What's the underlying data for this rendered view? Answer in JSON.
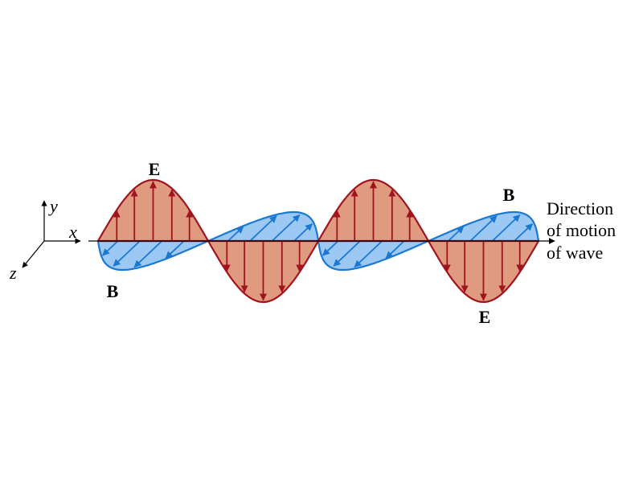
{
  "labels": {
    "axis_y": "y",
    "axis_x": "x",
    "axis_z": "z",
    "e_top": "E",
    "e_bottom": "E",
    "b_left": "B",
    "b_right": "B",
    "direction": [
      "Direction",
      "of motion",
      "of wave"
    ]
  },
  "colors": {
    "e_fill": "#e09a80",
    "e_stroke": "#a0141e",
    "b_fill": "#9cc8f4",
    "b_stroke": "#1a78d2",
    "axis": "#000000"
  }
}
